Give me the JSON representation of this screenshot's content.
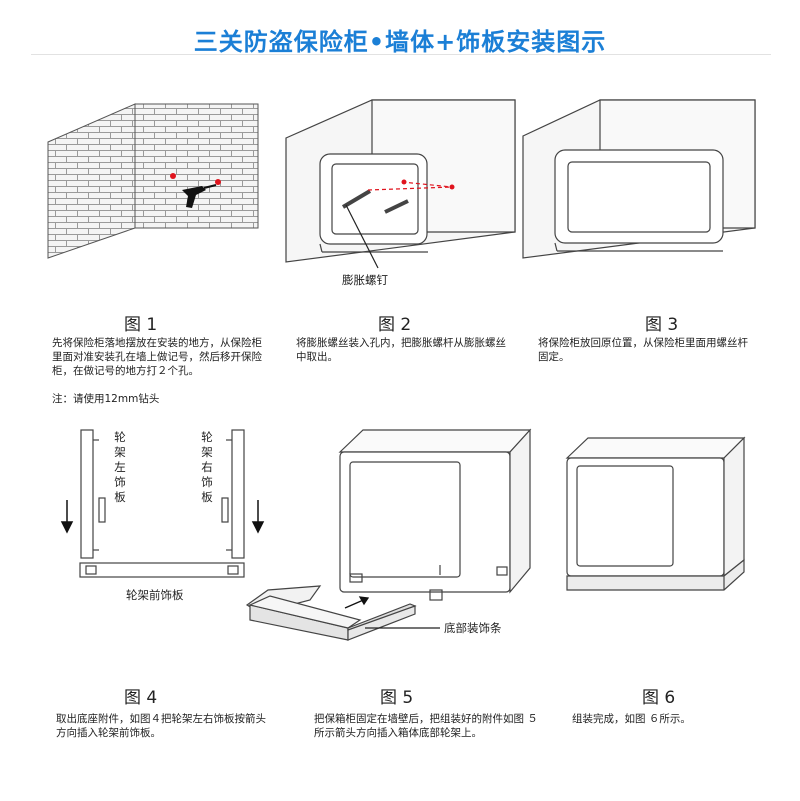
{
  "header": {
    "title": "三关防盗保险柜•墙体+饰板安装图示"
  },
  "figures": [
    {
      "label": "图 1",
      "caption": "先将保险柜落地摆放在安装的地方，从保险柜里面对准安装孔在墙上做记号，然后移开保险柜，在做记号的地方打２个孔。",
      "note": "注：请使用12mm钻头"
    },
    {
      "label": "图 2",
      "caption": "将膨胀螺丝装入孔内，把膨胀螺杆从膨胀螺丝中取出。",
      "part_label": "膨胀螺钉"
    },
    {
      "label": "图 3",
      "caption": "将保险柜放回原位置，从保险柜里面用螺丝杆固定。"
    },
    {
      "label": "图 4",
      "caption": "取出底座附件，如图４把轮架左右饰板按箭头方向插入轮架前饰板。",
      "left_plate": "轮架左饰板",
      "right_plate": "轮架右饰板",
      "front_plate": "轮架前饰板"
    },
    {
      "label": "图 5",
      "caption": "把保箱柜固定在墙壁后，把组装好的附件如图 ５所示箭头方向插入箱体底部轮架上。",
      "part_label": "底部装饰条"
    },
    {
      "label": "图 6",
      "caption": "组装完成，如图 ６所示。"
    }
  ],
  "colors": {
    "title": "#1b7fd6",
    "mark": "#e0141e",
    "line": "#333333",
    "wall_fill": "#f2f2f2"
  }
}
